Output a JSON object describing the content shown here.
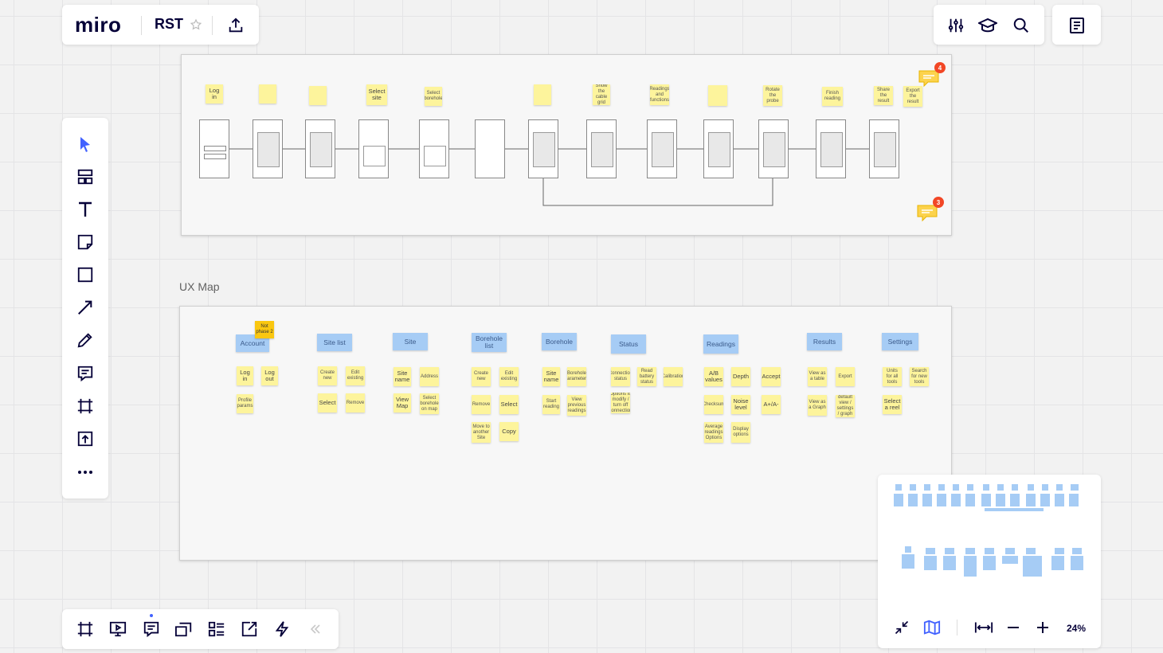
{
  "app": {
    "logo_text": "miro",
    "board_name": "RST"
  },
  "top_right": {
    "icons": [
      "settings-sliders-icon",
      "learning-cap-icon",
      "search-icon"
    ],
    "notes_icon": "notes-list-icon"
  },
  "left_toolbar": [
    "select-cursor-icon",
    "templates-icon",
    "text-icon",
    "sticky-note-icon",
    "shape-icon",
    "arrow-line-icon",
    "pen-icon",
    "comment-icon",
    "frame-icon",
    "upload-icon",
    "more-icon"
  ],
  "bottom_toolbar": [
    "frames-icon",
    "presentation-icon",
    "comments-list-icon",
    "cards-icon",
    "kanban-icon",
    "share-screen-icon",
    "activity-icon",
    "collapse-icon"
  ],
  "flow_frame": {
    "labels": [
      "Log in",
      "Select site",
      "Select borehole",
      "Show the cable grid",
      "Readings and functions",
      "Rotate the probe",
      "Finish reading",
      "Share the result",
      "Export the result"
    ],
    "comment_counts": [
      "4",
      "3"
    ]
  },
  "ux_map": {
    "title": "UX Map",
    "headers": [
      "Account",
      "Site list",
      "Site",
      "Borehole list",
      "Borehole",
      "Status",
      "Readings",
      "Results",
      "Settings"
    ],
    "callout": "Not phase 2",
    "items": {
      "account": [
        "Log in",
        "Log out",
        "Profile params"
      ],
      "site_list": [
        "Create new",
        "Edit existing",
        "Select",
        "Remove"
      ],
      "site": [
        "Site name",
        "Address",
        "View Map",
        "Select borehole on map"
      ],
      "borehole_list": [
        "Create new",
        "Edit existing",
        "Remove",
        "Select",
        "Move to another Site",
        "Copy"
      ],
      "borehole": [
        "Site name",
        "Borehole parameters",
        "Start reading",
        "View previous readings"
      ],
      "status": [
        "Connection status",
        "Read battery status",
        "Calibration",
        "Options to modify / turn off connection"
      ],
      "readings": [
        "A/B values",
        "Depth",
        "Accept",
        "Checksum",
        "Noise level",
        "A+/A-",
        "Average readings Options",
        "Display options"
      ],
      "results": [
        "View as a table",
        "Export",
        "View as a Graph",
        "Set default view / settings / graph options"
      ],
      "settings": [
        "Units for all tools",
        "Search for new tools",
        "Select a reel"
      ]
    }
  },
  "minimap": {
    "zoom_level": "24%",
    "icons": [
      "exit-fullscreen-icon",
      "map-icon",
      "fit-width-icon",
      "zoom-out-icon",
      "zoom-in-icon"
    ]
  },
  "colors": {
    "brand": "#050038",
    "sticky_yellow": "#fdf49c",
    "sticky_blue": "#a6ccf5",
    "sticky_orange": "#fac710",
    "badge_red": "#f24726",
    "cursor_blue": "#4262ff"
  }
}
